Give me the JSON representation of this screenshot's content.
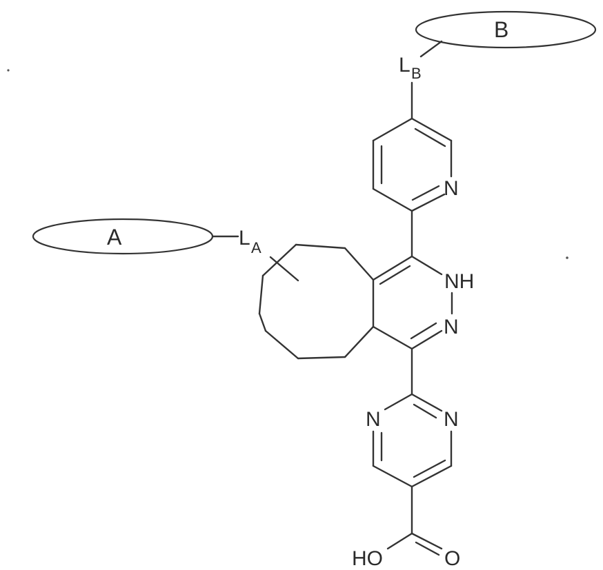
{
  "labels": {
    "group_a": "A",
    "group_b": "B",
    "linker_a_main": "L",
    "linker_a_sub": "A",
    "linker_b_main": "L",
    "linker_b_sub": "B",
    "pyridine_n": "N",
    "pyridazine_nh": "NH",
    "pyridazine_n": "N",
    "pyrimidine_n_left": "N",
    "pyrimidine_n_right": "N",
    "carboxyl_ho": "HO",
    "carboxyl_o": "O"
  },
  "colors": {
    "ink": "#333333",
    "background": "#ffffff"
  }
}
